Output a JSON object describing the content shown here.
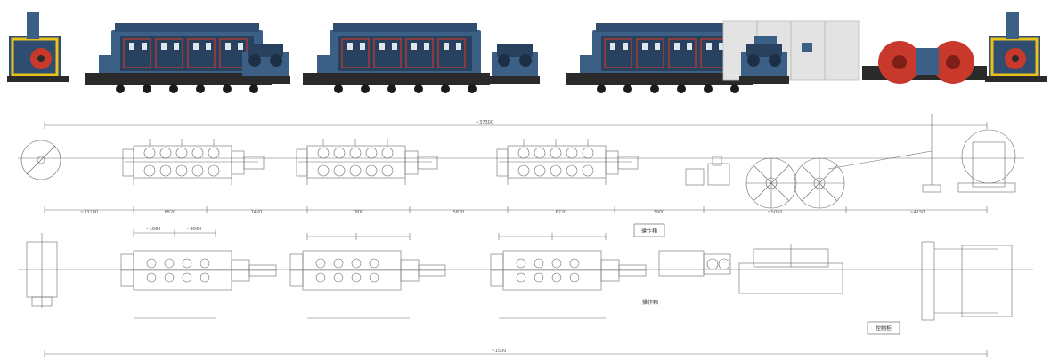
{
  "colors": {
    "machine_blue": "#3c5f86",
    "machine_dark": "#1c2f45",
    "base_black": "#2a2a2a",
    "accent_yellow": "#e8c11a",
    "accent_red": "#c8392b",
    "cabinet_grey": "#e3e3e3",
    "drawing_line": "#6a6a6a"
  },
  "top_view": {
    "overall_dim": "~37300"
  },
  "elevation_dims": [
    "~13100",
    "8820",
    "7420",
    "7800",
    "5820",
    "6220",
    "3900",
    "~5050",
    "~4150"
  ],
  "plan_top_dims": [
    "~1980",
    "~3960"
  ],
  "plan_bottom_dim": "~1500",
  "plan_labels": {
    "label_a": "操作箱",
    "label_b": "操作箱",
    "label_c": "控制柜"
  }
}
